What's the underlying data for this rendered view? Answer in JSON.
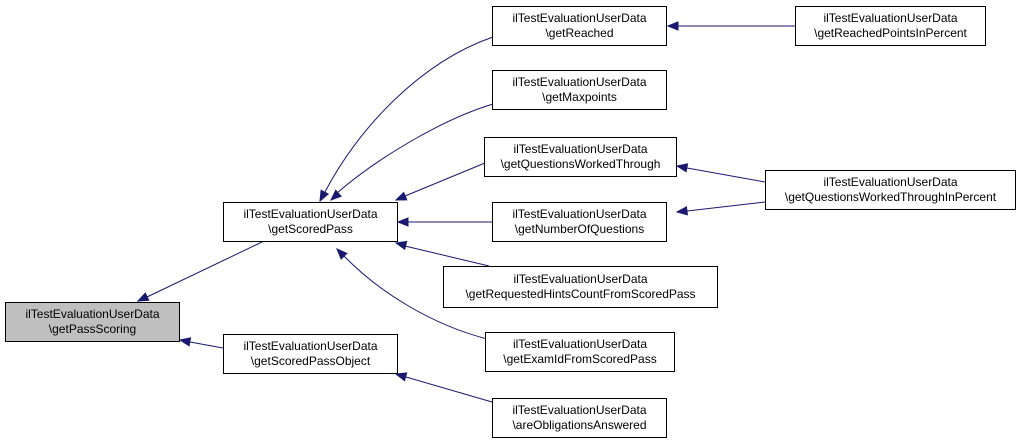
{
  "colors": {
    "edge": "#191970",
    "node_border": "#000000",
    "node_fill": "#ffffff",
    "highlight_fill": "#bfbfbf"
  },
  "nodes": [
    {
      "id": "getPassScoring",
      "line1": "ilTestEvaluationUserData",
      "line2": "\\getPassScoring",
      "highlight": true
    },
    {
      "id": "getScoredPass",
      "line1": "ilTestEvaluationUserData",
      "line2": "\\getScoredPass"
    },
    {
      "id": "getScoredPassObject",
      "line1": "ilTestEvaluationUserData",
      "line2": "\\getScoredPassObject"
    },
    {
      "id": "getReached",
      "line1": "ilTestEvaluationUserData",
      "line2": "\\getReached"
    },
    {
      "id": "getMaxpoints",
      "line1": "ilTestEvaluationUserData",
      "line2": "\\getMaxpoints"
    },
    {
      "id": "getQuestionsWorkedThrough",
      "line1": "ilTestEvaluationUserData",
      "line2": "\\getQuestionsWorkedThrough"
    },
    {
      "id": "getNumberOfQuestions",
      "line1": "ilTestEvaluationUserData",
      "line2": "\\getNumberOfQuestions"
    },
    {
      "id": "getRequestedHintsCountFromScoredPass",
      "line1": "ilTestEvaluationUserData",
      "line2": "\\getRequestedHintsCountFromScoredPass"
    },
    {
      "id": "getExamIdFromScoredPass",
      "line1": "ilTestEvaluationUserData",
      "line2": "\\getExamIdFromScoredPass"
    },
    {
      "id": "areObligationsAnswered",
      "line1": "ilTestEvaluationUserData",
      "line2": "\\areObligationsAnswered"
    },
    {
      "id": "getReachedPointsInPercent",
      "line1": "ilTestEvaluationUserData",
      "line2": "\\getReachedPointsInPercent"
    },
    {
      "id": "getQuestionsWorkedThroughInPercent",
      "line1": "ilTestEvaluationUserData",
      "line2": "\\getQuestionsWorkedThroughInPercent"
    }
  ],
  "edges": [
    {
      "from": "getScoredPass",
      "to": "getPassScoring"
    },
    {
      "from": "getScoredPassObject",
      "to": "getPassScoring"
    },
    {
      "from": "getReached",
      "to": "getScoredPass"
    },
    {
      "from": "getMaxpoints",
      "to": "getScoredPass"
    },
    {
      "from": "getQuestionsWorkedThrough",
      "to": "getScoredPass"
    },
    {
      "from": "getNumberOfQuestions",
      "to": "getScoredPass"
    },
    {
      "from": "getRequestedHintsCountFromScoredPass",
      "to": "getScoredPass"
    },
    {
      "from": "getExamIdFromScoredPass",
      "to": "getScoredPass"
    },
    {
      "from": "areObligationsAnswered",
      "to": "getScoredPassObject"
    },
    {
      "from": "getReachedPointsInPercent",
      "to": "getReached"
    },
    {
      "from": "getQuestionsWorkedThroughInPercent",
      "to": "getQuestionsWorkedThrough"
    },
    {
      "from": "getQuestionsWorkedThroughInPercent",
      "to": "getNumberOfQuestions"
    }
  ]
}
